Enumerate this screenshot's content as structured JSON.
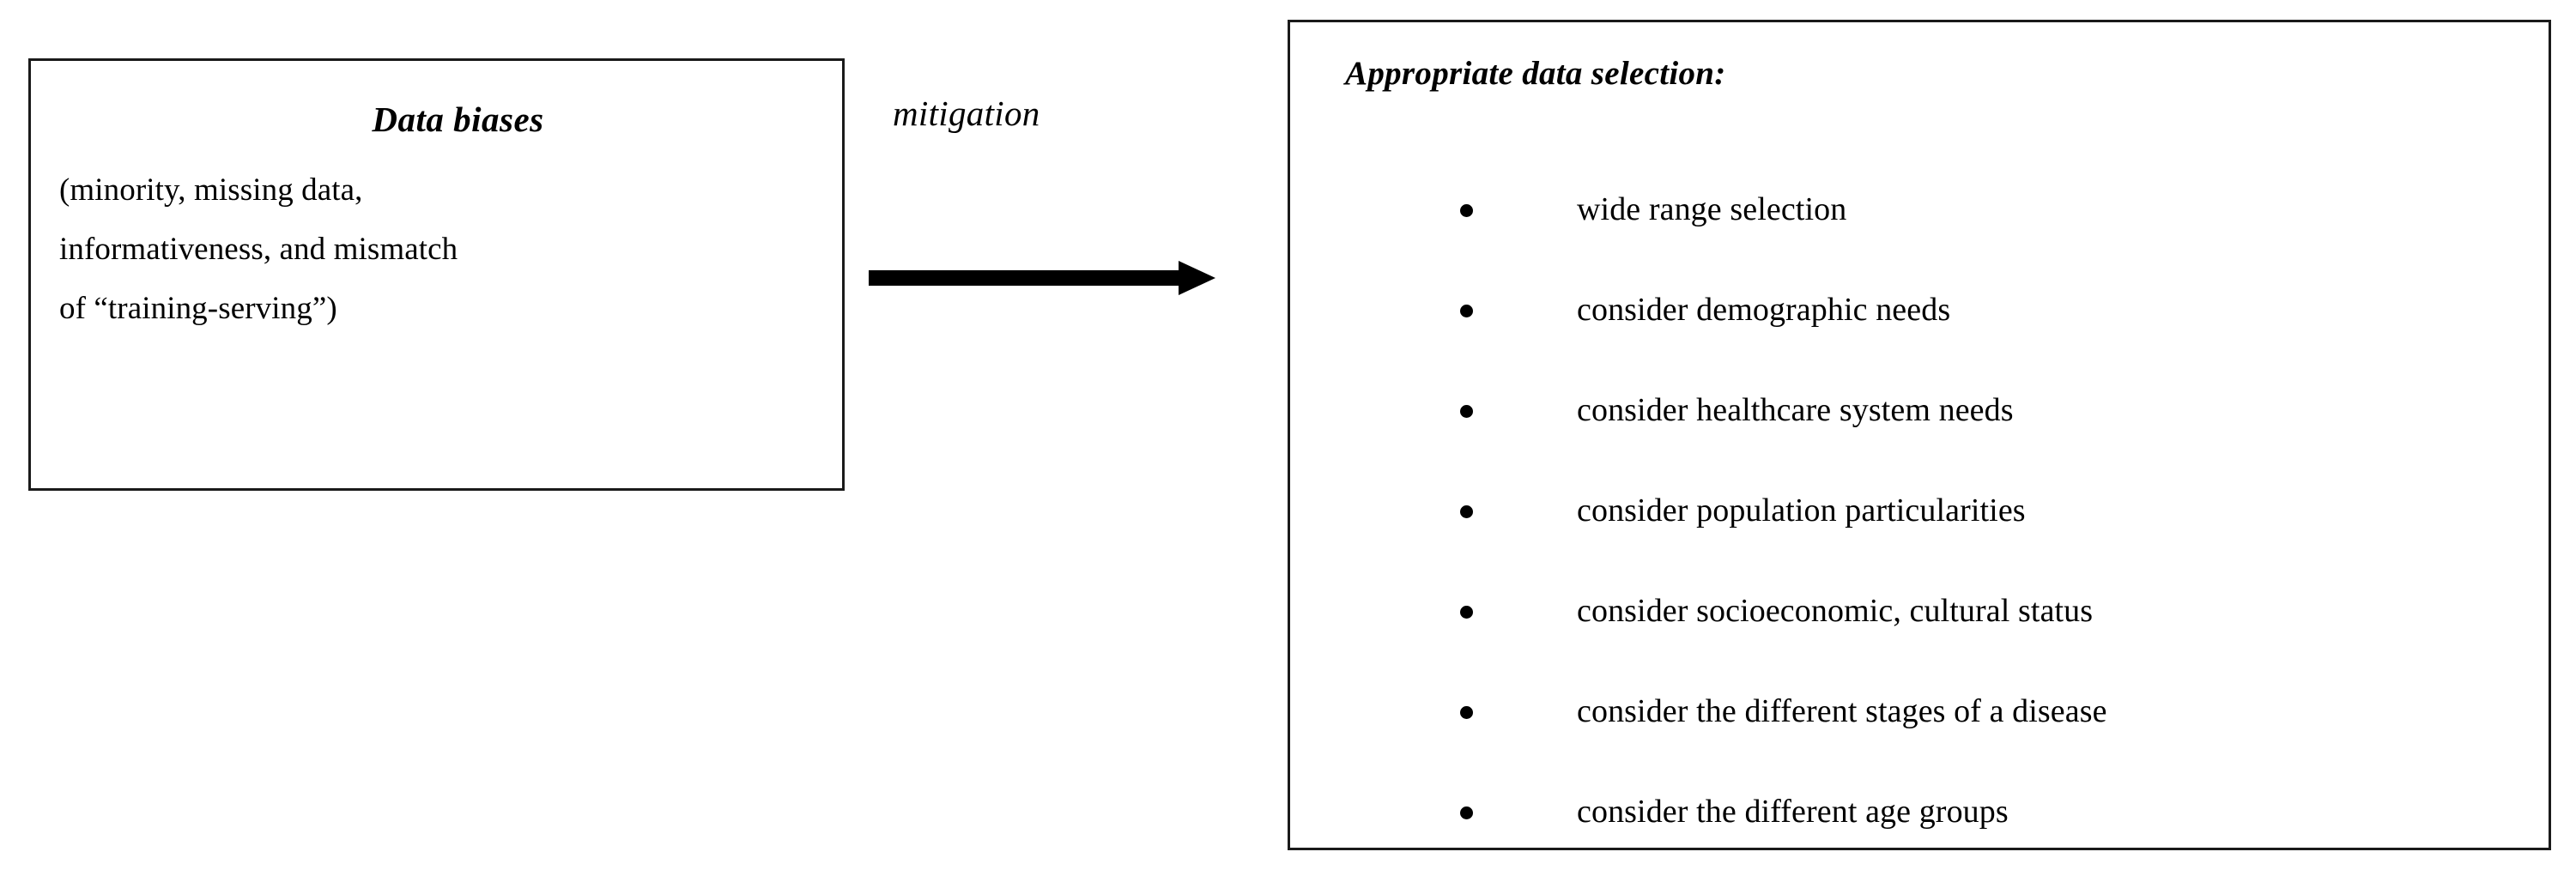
{
  "diagram": {
    "left_box": {
      "title": "Data biases",
      "body_lines": [
        "(minority, missing data,",
        "informativeness, and mismatch",
        "of “training-serving”)"
      ]
    },
    "connector": {
      "label": "mitigation",
      "arrow_icon": "right-arrow-icon",
      "direction": "left-to-right"
    },
    "right_box": {
      "title": "Appropriate data selection:",
      "bullets": [
        "wide range selection",
        "consider demographic needs",
        "consider healthcare system needs",
        "consider population particularities",
        "consider socioeconomic, cultural status",
        "consider the different stages of a disease",
        "consider the different age groups"
      ]
    },
    "colors": {
      "background": "#ffffff",
      "text": "#000000",
      "border": "#1a1a1a",
      "arrow": "#000000"
    }
  }
}
